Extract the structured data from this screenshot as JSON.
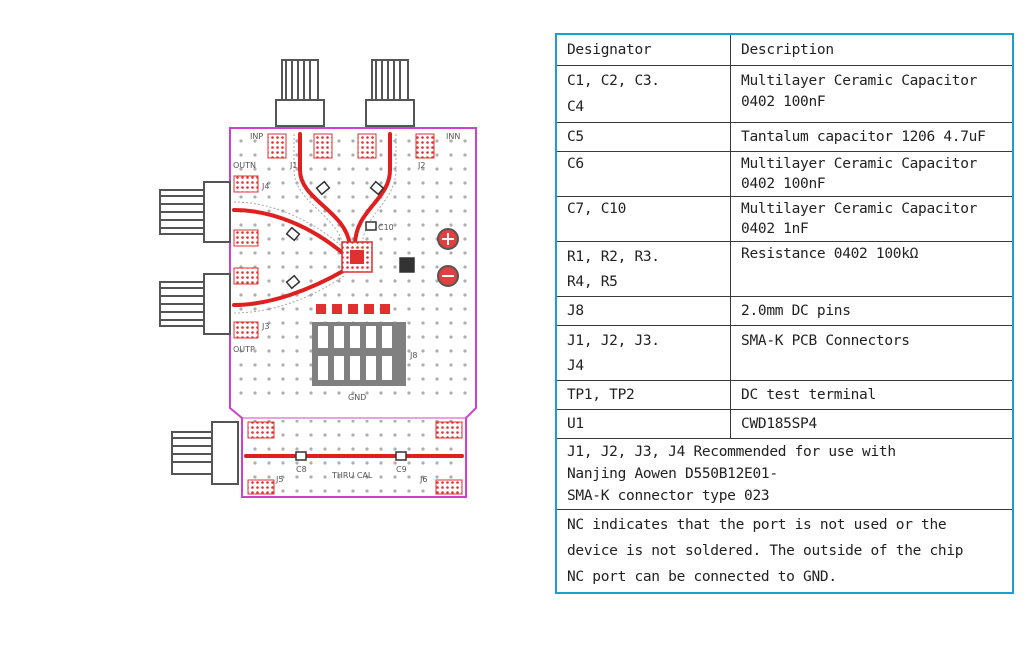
{
  "pcb": {
    "labels": {
      "inp": "INP",
      "inn": "INN",
      "outn": "OUTN",
      "outp": "OUTP",
      "j1": "J1",
      "j2": "J2",
      "j3": "J3",
      "j4": "J4",
      "j5": "J5",
      "j6": "J6",
      "j8": "J8",
      "gnd": "GND",
      "thru_cal": "THRU CAL",
      "c8": "C8",
      "c9": "C9",
      "c10": "C10"
    },
    "colors": {
      "board_outline": "#d040d0",
      "trace": "#e02020",
      "pad": "#e03030",
      "connector": "#555555",
      "header": "#808080"
    }
  },
  "table": {
    "header": {
      "designator": "Designator",
      "description": "Description"
    },
    "rows": [
      {
        "designator": [
          "C1, C2, C3.",
          "C4"
        ],
        "description": [
          "Multilayer Ceramic Capacitor",
          "0402 100nF"
        ]
      },
      {
        "designator": [
          "C5"
        ],
        "description": [
          "Tantalum capacitor 1206 4.7uF"
        ]
      },
      {
        "designator": [
          "C6"
        ],
        "description": [
          "Multilayer Ceramic Capacitor",
          "0402 100nF"
        ]
      },
      {
        "designator": [
          "C7, C10"
        ],
        "description": [
          "Multilayer Ceramic Capacitor",
          "0402 1nF"
        ]
      },
      {
        "designator": [
          "R1, R2, R3.",
          "R4, R5"
        ],
        "description": [
          "Resistance 0402 100kΩ"
        ]
      },
      {
        "designator": [
          "J8"
        ],
        "description": [
          "2.0mm DC pins"
        ]
      },
      {
        "designator": [
          "J1, J2, J3.",
          "J4"
        ],
        "description": [
          "SMA-K PCB Connectors"
        ]
      },
      {
        "designator": [
          "TP1, TP2"
        ],
        "description": [
          "DC test terminal"
        ]
      },
      {
        "designator": [
          "U1"
        ],
        "description": [
          "CWD185SP4"
        ]
      }
    ],
    "recommend_note": [
      "J1, J2, J3, J4 Recommended for use with",
      "Nanjing Aowen D550B12E01-",
      "SMA-K connector type 023"
    ],
    "nc_note": [
      "NC indicates that the port is not used or the",
      "device is not soldered. The outside of the chip",
      "NC port can be connected to GND."
    ],
    "border_color": "#1a9fd0"
  }
}
